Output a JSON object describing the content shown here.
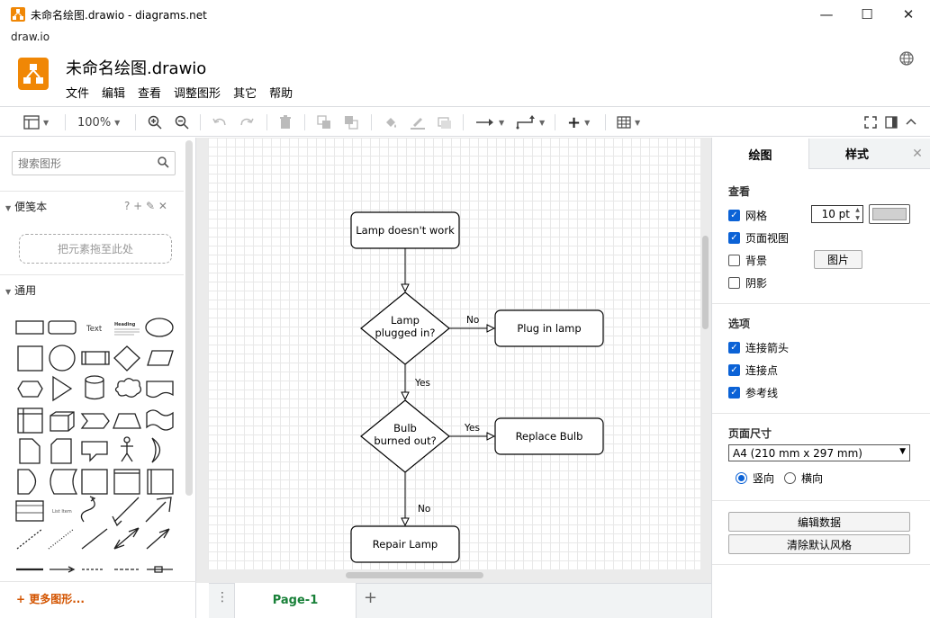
{
  "window": {
    "title": "未命名绘图.drawio - diagrams.net",
    "minimize": "—",
    "maximize": "☐",
    "close": "✕"
  },
  "app": {
    "tab_label": "draw.io",
    "doc_name": "未命名绘图.drawio",
    "menus": [
      "文件",
      "编辑",
      "查看",
      "调整图形",
      "其它",
      "帮助"
    ]
  },
  "toolbar": {
    "zoom": "100%"
  },
  "sidebar": {
    "search_placeholder": "搜索图形",
    "scratchpad_title": "便笺本",
    "scratchpad_icons": "? + ✎ ✕",
    "dropzone": "把元素拖至此处",
    "general_title": "通用",
    "shape_text_label": "Text",
    "shape_heading_label": "Heading",
    "shape_list_label": "List Item",
    "more_shapes": "+ 更多图形..."
  },
  "diagram": {
    "nodes": {
      "n1": "Lamp doesn't work",
      "d1_l1": "Lamp",
      "d1_l2": "plugged in?",
      "n2": "Plug in lamp",
      "d2_l1": "Bulb",
      "d2_l2": "burned out?",
      "n3": "Replace Bulb",
      "n4": "Repair Lamp"
    },
    "edges": {
      "no1": "No",
      "yes1": "Yes",
      "yes2": "Yes",
      "no2": "No"
    }
  },
  "pages": {
    "current": "Page-1"
  },
  "format_panel": {
    "tab_diagram": "绘图",
    "tab_style": "样式",
    "view_title": "查看",
    "grid": "网格",
    "grid_size": "10 pt",
    "page_view": "页面视图",
    "background": "背景",
    "image_button": "图片",
    "shadow": "阴影",
    "options_title": "选项",
    "connection_arrows": "连接箭头",
    "connection_points": "连接点",
    "guides": "参考线",
    "page_size_title": "页面尺寸",
    "page_size": "A4 (210 mm x 297 mm)",
    "portrait": "竖向",
    "landscape": "横向",
    "edit_data": "编辑数据",
    "clear_default_style": "清除默认风格",
    "grid_checked": true,
    "page_view_checked": true,
    "background_checked": false,
    "shadow_checked": false,
    "connection_arrows_checked": true,
    "connection_points_checked": true,
    "guides_checked": true,
    "orientation": "portrait"
  }
}
